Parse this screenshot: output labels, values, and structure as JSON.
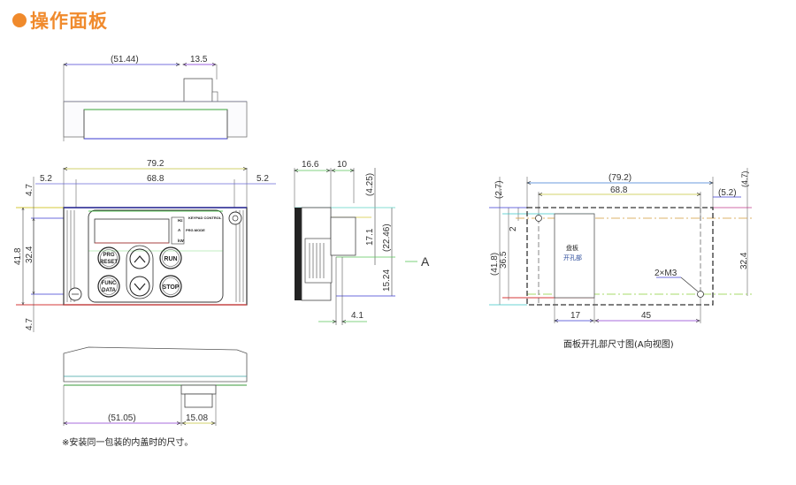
{
  "header": {
    "title": "操作面板",
    "accent_color": "#f08a2c"
  },
  "top_view": {
    "dim_left": "(51.44)",
    "dim_right": "13.5"
  },
  "front_view": {
    "dim_overall_width": "79.2",
    "dim_inner_width": "68.8",
    "dim_left_margin": "5.2",
    "dim_right_margin": "5.2",
    "dim_top_offset": "4.7",
    "dim_bottom_offset": "4.7",
    "dim_overall_height": "41.8",
    "dim_hole_pitch": "32.4",
    "indicators": [
      "Hz",
      "A",
      "kW"
    ],
    "indicator_label_1": "KEYPAD CONTROL",
    "indicator_label_2": "PRG.MODE",
    "buttons": {
      "prg": "PRG",
      "reset": "RESET",
      "func": "FUNC",
      "data": "DATA",
      "up": "∧",
      "down": "∨",
      "run": "RUN",
      "stop": "STOP"
    }
  },
  "side_view": {
    "dim_depth_a": "16.6",
    "dim_depth_b": "10",
    "dim_top": "(4.25)",
    "dim_upper": "17.1",
    "dim_upper_total": "(22.46)",
    "dim_lower": "15.24",
    "dim_bottom_gap": "4.1",
    "view_marker": "A"
  },
  "bottom_view": {
    "dim_left": "(51.05)",
    "dim_right": "15.08",
    "note": "※安装同一包装的内盖时的尺寸。"
  },
  "cutout_view": {
    "dim_overall_width": "(79.2)",
    "dim_inner_width": "68.8",
    "dim_right_margin": "(5.2)",
    "dim_top_left": "(2.7)",
    "dim_top_right": "(4.7)",
    "dim_hole_offset": "2",
    "dim_overall_height": "(41.8)",
    "dim_cut_height": "36.5",
    "dim_hole_pitch": "32.4",
    "dim_cut_width": "17",
    "dim_hole_distance": "45",
    "screw_label": "2×M3",
    "cutout_label_1": "盘板",
    "cutout_label_2": "开孔部",
    "caption": "面板开孔部尺寸图(A向视图)"
  }
}
